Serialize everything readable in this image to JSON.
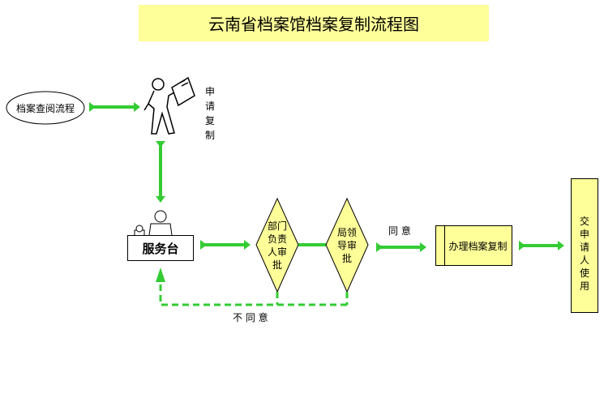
{
  "title": "云南省档案馆档案复制流程图",
  "nodes": {
    "query_flow": "档案查阅流程",
    "apply_copy": "申请复制",
    "service_desk": "服务台",
    "dept_approval_lines": [
      "部门",
      "负责",
      "人审",
      "批"
    ],
    "leader_approval_lines": [
      "局领",
      "导审",
      "批"
    ],
    "process_copy": "办理档案复制",
    "deliver_lines": [
      "交",
      "申",
      "请",
      "人",
      "使",
      "用"
    ]
  },
  "edges": {
    "agree": "同 意",
    "disagree": "不 同 意"
  },
  "colors": {
    "accent_green": "#33cc33",
    "yellow_fill": "#ffff99"
  }
}
